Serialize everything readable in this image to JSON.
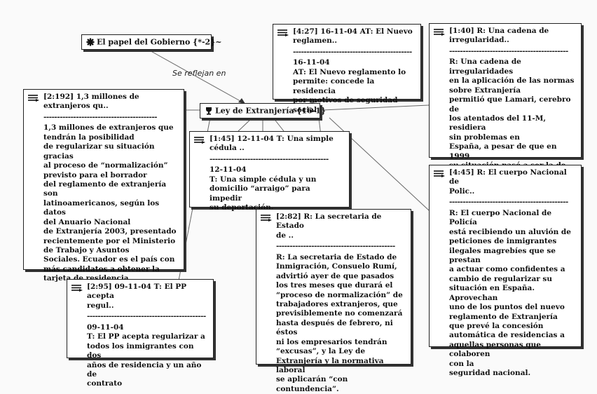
{
  "codes": {
    "papel": "El papel del Gobierno {*-2}~",
    "ley": "Ley de Extranjería {16-1}"
  },
  "edge_label": "Se reflejan en",
  "quotes": {
    "q1": {
      "head": "[2:192] 1,3 millones de extranjeros qu..",
      "rule": "------------------------------------------",
      "body": "1,3 millones de extranjeros que\ntendrán la posibilidad\nde regularizar su situación gracias\nal proceso de “normalización”\nprevisto para el borrador\ndel reglamento de extranjería son\nlatinoamericanos, según los datos\ndel Anuario Nacional\nde Extranjería 2003, presentado\nrecientemente por el Ministerio\nde Trabajo y Asuntos\nSociales. Ecuador es el país con\nmás candidatos a obtener la\ntarjeta de residencia."
    },
    "q2": {
      "head": "[4:27] 16-11-04 AT: El Nuevo\nreglamen..",
      "rule": "--------------------------------------------",
      "date": "16-11-04",
      "body": "AT: El Nuevo reglamento lo\npermite: concede la residencia\npor motivos de seguridad social"
    },
    "q3": {
      "head": "[1:40] R: Una cadena de\nirregularidad..",
      "rule": "--------------------------------------------",
      "body": "R: Una cadena de irregularidades\nen la aplicación de las normas\nsobre  Extranjería\npermitió que Lamari, cerebro de\nlos atentados  del 11-M, residiera\nsin problemas en\nEspaña, a pesar de que en 1999\nsu situación pasó a ser la de\nirregular y que un año después\nse decretó su expulsión definitiva"
    },
    "q4": {
      "head": "[1:45] 12-11-04 T: Una simple\ncédula ..",
      "rule": "--------------------------------------------",
      "date": "12-11-04",
      "body": "T: Una simple cédula y un\ndomicilio “arraigo” para impedir\nsu deportación."
    },
    "q5": {
      "head": "[4:45] R: El cuerpo Nacional de\nPolic..",
      "rule": "--------------------------------------------",
      "body": "R: El cuerpo Nacional de Policía\nestá recibiendo un aluvión de\npeticiones de inmigrantes\nilegales magrebíes que se prestan\na actuar como confidentes a\ncambio de regularizar su\nsituación en España. Aprovechan\nuno de los puntos del nuevo\nreglamento de Extranjería\nque prevé la concesión\nautomática de residencias a\naquellas personas que colaboren\ncon la\nseguridad nacional."
    },
    "q6": {
      "head": "[2:82] R: La secretaria de Estado\nde ..",
      "rule": "--------------------------------------------",
      "body": "R: La secretaria de Estado de\nInmigración, Consuelo Rumí,\nadvirtió ayer de que pasados\nlos tres meses que durará el\n“proceso de normalización” de\ntrabajadores extranjeros, que\nprevisiblemente no comenzará\nhasta después de febrero, ni éstos\nni los empresarios tendrán\n“excusas”, y la Ley de\nExtranjería y la normativa laboral\nse aplicarán “con contundencia”."
    },
    "q7": {
      "head": "[2:95] 09-11-04 T: El PP acepta\nregul..",
      "rule": "--------------------------------------------",
      "date": "09-11-04",
      "body": "T: El PP acepta regularizar a\ntodos los inmigrantes con dos\naños de residencia y un año de\ncontrato"
    }
  },
  "icons": {
    "code_papel": "asterisk-code-icon",
    "code_ley": "trophy-code-icon",
    "quote": "quote-note-icon"
  }
}
